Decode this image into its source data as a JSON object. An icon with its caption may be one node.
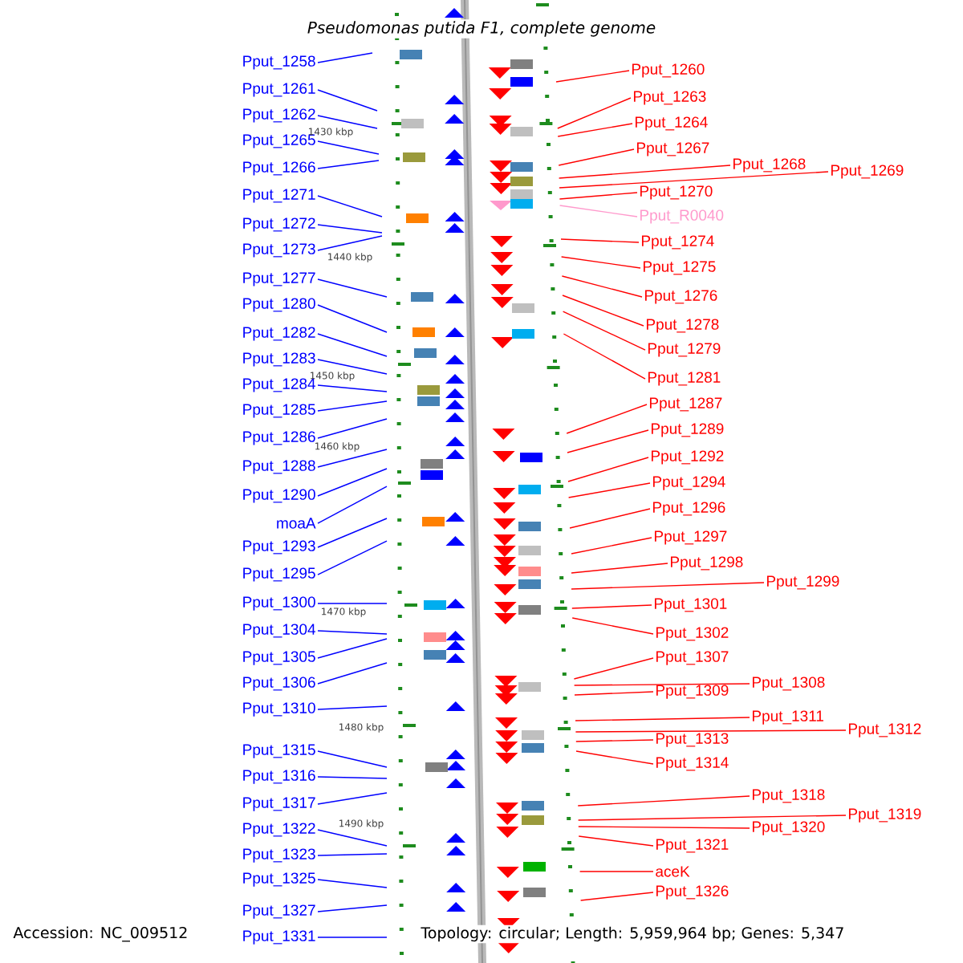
{
  "diagram": {
    "title": "Pseudomonas putida F1, complete genome",
    "nodes": [
      {
        "text": [
          "Pput_1258"
        ]
      },
      {
        "text": [
          "Pput_1261"
        ]
      },
      {
        "text": [
          "Pput_1262"
        ]
      },
      {
        "text": [
          "Pput_1265"
        ]
      },
      {
        "text": [
          "Pput_1266"
        ]
      },
      {
        "text": [
          "Pput_1271"
        ]
      },
      {
        "text": [
          "Pput_1272"
        ]
      },
      {
        "text": [
          "Pput_1273"
        ]
      },
      {
        "text": [
          "Pput_1277"
        ]
      },
      {
        "text": [
          "Pput_1280"
        ]
      },
      {
        "text": [
          "Pput_1282"
        ]
      },
      {
        "text": [
          "Pput_1283"
        ]
      },
      {
        "text": [
          "Pput_1284"
        ]
      },
      {
        "text": [
          "Pput_1285"
        ]
      },
      {
        "text": [
          "Pput_1286"
        ]
      },
      {
        "text": [
          "Pput_1288"
        ]
      },
      {
        "text": [
          "Pput_1290"
        ]
      },
      {
        "text": [
          "moaA"
        ]
      },
      {
        "text": [
          "Pput_1293"
        ]
      },
      {
        "text": [
          "Pput_1295"
        ]
      },
      {
        "text": [
          "Pput_1300"
        ]
      },
      {
        "text": [
          "Pput_1304"
        ]
      },
      {
        "text": [
          "Pput_1305"
        ]
      },
      {
        "text": [
          "Pput_1306"
        ]
      },
      {
        "text": [
          "Pput_1310"
        ]
      },
      {
        "text": [
          "Pput_1315"
        ]
      },
      {
        "text": [
          "Pput_1316"
        ]
      },
      {
        "text": [
          "Pput_1317"
        ]
      },
      {
        "text": [
          "Pput_1322"
        ]
      },
      {
        "text": [
          "Pput_1323"
        ]
      },
      {
        "text": [
          "Pput_1325"
        ]
      },
      {
        "text": [
          "Pput_1327"
        ]
      },
      {
        "text": [
          "Pput_1331"
        ]
      },
      {
        "text": [
          "Pput_1260"
        ]
      },
      {
        "text": [
          "Pput_1263"
        ]
      },
      {
        "text": [
          "Pput_1264"
        ]
      },
      {
        "text": [
          "Pput_1267"
        ]
      },
      {
        "text": [
          "Pput_1268"
        ]
      },
      {
        "text": [
          "Pput_1269"
        ]
      },
      {
        "text": [
          "Pput_1270"
        ]
      },
      {
        "text": [
          "Pput_R0040"
        ]
      },
      {
        "text": [
          "Pput_1274"
        ]
      },
      {
        "text": [
          "Pput_1275"
        ]
      },
      {
        "text": [
          "Pput_1276"
        ]
      },
      {
        "text": [
          "Pput_1278"
        ]
      },
      {
        "text": [
          "Pput_1279"
        ]
      },
      {
        "text": [
          "Pput_1281"
        ]
      },
      {
        "text": [
          "Pput_1287"
        ]
      },
      {
        "text": [
          "Pput_1289"
        ]
      },
      {
        "text": [
          "Pput_1292"
        ]
      },
      {
        "text": [
          "Pput_1294"
        ]
      },
      {
        "text": [
          "Pput_1296"
        ]
      },
      {
        "text": [
          "Pput_1297"
        ]
      },
      {
        "text": [
          "Pput_1298"
        ]
      },
      {
        "text": [
          "Pput_1299"
        ]
      },
      {
        "text": [
          "Pput_1301"
        ]
      },
      {
        "text": [
          "Pput_1302"
        ]
      },
      {
        "text": [
          "Pput_1307"
        ]
      },
      {
        "text": [
          "Pput_1308"
        ]
      },
      {
        "text": [
          "Pput_1309"
        ]
      },
      {
        "text": [
          "Pput_1311"
        ]
      },
      {
        "text": [
          "Pput_1312"
        ]
      },
      {
        "text": [
          "Pput_1313"
        ]
      },
      {
        "text": [
          "Pput_1314"
        ]
      },
      {
        "text": [
          "Pput_1318"
        ]
      },
      {
        "text": [
          "Pput_1319"
        ]
      },
      {
        "text": [
          "Pput_1320"
        ]
      },
      {
        "text": [
          "Pput_1321"
        ]
      },
      {
        "text": [
          "aceK"
        ]
      },
      {
        "text": [
          "Pput_1326"
        ]
      }
    ],
    "edges": [
      {
        "from": 0,
        "to": null,
        "arrow": "none",
        "color": "#0000ff"
      },
      {
        "from": 1,
        "to": null,
        "arrow": "none",
        "color": "#0000ff"
      },
      {
        "from": 2,
        "to": null,
        "arrow": "none",
        "color": "#0000ff"
      },
      {
        "from": 3,
        "to": null,
        "arrow": "none",
        "color": "#0000ff"
      },
      {
        "from": 4,
        "to": null,
        "arrow": "none",
        "color": "#0000ff"
      },
      {
        "from": 5,
        "to": null,
        "arrow": "none",
        "color": "#0000ff"
      },
      {
        "from": 6,
        "to": null,
        "arrow": "none",
        "color": "#0000ff"
      },
      {
        "from": 7,
        "to": null,
        "arrow": "none",
        "color": "#0000ff"
      },
      {
        "from": 8,
        "to": null,
        "arrow": "none",
        "color": "#0000ff"
      },
      {
        "from": 9,
        "to": null,
        "arrow": "none",
        "color": "#0000ff"
      },
      {
        "from": 10,
        "to": null,
        "arrow": "none",
        "color": "#0000ff"
      },
      {
        "from": 11,
        "to": null,
        "arrow": "none",
        "color": "#0000ff"
      },
      {
        "from": 12,
        "to": null,
        "arrow": "none",
        "color": "#0000ff"
      },
      {
        "from": 13,
        "to": null,
        "arrow": "none",
        "color": "#0000ff"
      },
      {
        "from": 14,
        "to": null,
        "arrow": "none",
        "color": "#0000ff"
      },
      {
        "from": 15,
        "to": null,
        "arrow": "none",
        "color": "#0000ff"
      },
      {
        "from": 16,
        "to": null,
        "arrow": "none",
        "color": "#0000ff"
      },
      {
        "from": 17,
        "to": null,
        "arrow": "none",
        "color": "#0000ff"
      },
      {
        "from": 18,
        "to": null,
        "arrow": "none",
        "color": "#0000ff"
      },
      {
        "from": 19,
        "to": null,
        "arrow": "none",
        "color": "#0000ff"
      },
      {
        "from": 20,
        "to": null,
        "arrow": "none",
        "color": "#0000ff"
      },
      {
        "from": 21,
        "to": null,
        "arrow": "none",
        "color": "#0000ff"
      },
      {
        "from": 22,
        "to": null,
        "arrow": "none",
        "color": "#0000ff"
      },
      {
        "from": 23,
        "to": null,
        "arrow": "none",
        "color": "#0000ff"
      },
      {
        "from": 24,
        "to": null,
        "arrow": "none",
        "color": "#0000ff"
      },
      {
        "from": 25,
        "to": null,
        "arrow": "none",
        "color": "#0000ff"
      },
      {
        "from": 26,
        "to": null,
        "arrow": "none",
        "color": "#0000ff"
      },
      {
        "from": 27,
        "to": null,
        "arrow": "none",
        "color": "#0000ff"
      },
      {
        "from": 28,
        "to": null,
        "arrow": "none",
        "color": "#0000ff"
      },
      {
        "from": 29,
        "to": null,
        "arrow": "none",
        "color": "#0000ff"
      },
      {
        "from": 30,
        "to": null,
        "arrow": "none",
        "color": "#0000ff"
      },
      {
        "from": 31,
        "to": null,
        "arrow": "none",
        "color": "#0000ff"
      },
      {
        "from": 32,
        "to": null,
        "arrow": "none",
        "color": "#0000ff"
      },
      {
        "from": 33,
        "to": null,
        "arrow": "none"
      },
      {
        "from": 34,
        "to": null,
        "arrow": "none"
      },
      {
        "from": 35,
        "to": null,
        "arrow": "none"
      },
      {
        "from": 36,
        "to": null,
        "arrow": "none"
      },
      {
        "from": 37,
        "to": null,
        "arrow": "none"
      },
      {
        "from": 38,
        "to": null,
        "arrow": "none"
      },
      {
        "from": 39,
        "to": null,
        "arrow": "none"
      },
      {
        "from": 40,
        "to": null,
        "arrow": "none",
        "color": "#ff99cc"
      },
      {
        "from": 41,
        "to": null,
        "arrow": "none"
      },
      {
        "from": 42,
        "to": null,
        "arrow": "none"
      },
      {
        "from": 43,
        "to": null,
        "arrow": "none"
      },
      {
        "from": 44,
        "to": null,
        "arrow": "none"
      },
      {
        "from": 45,
        "to": null,
        "arrow": "none"
      },
      {
        "from": 46,
        "to": null,
        "arrow": "none"
      },
      {
        "from": 47,
        "to": null,
        "arrow": "none"
      },
      {
        "from": 48,
        "to": null,
        "arrow": "none"
      },
      {
        "from": 49,
        "to": null,
        "arrow": "none"
      },
      {
        "from": 50,
        "to": null,
        "arrow": "none"
      },
      {
        "from": 51,
        "to": null,
        "arrow": "none"
      },
      {
        "from": 52,
        "to": null,
        "arrow": "none"
      },
      {
        "from": 53,
        "to": null,
        "arrow": "none"
      },
      {
        "from": 54,
        "to": null,
        "arrow": "none"
      },
      {
        "from": 55,
        "to": null,
        "arrow": "none"
      },
      {
        "from": 56,
        "to": null,
        "arrow": "none"
      },
      {
        "from": 57,
        "to": null,
        "arrow": "none"
      },
      {
        "from": 58,
        "to": null,
        "arrow": "none"
      },
      {
        "from": 59,
        "to": null,
        "arrow": "none"
      },
      {
        "from": 60,
        "to": null,
        "arrow": "none"
      },
      {
        "from": 61,
        "to": null,
        "arrow": "none"
      },
      {
        "from": 62,
        "to": null,
        "arrow": "none"
      },
      {
        "from": 63,
        "to": null,
        "arrow": "none"
      },
      {
        "from": 64,
        "to": null,
        "arrow": "none"
      },
      {
        "from": 65,
        "to": null,
        "arrow": "none"
      },
      {
        "from": 66,
        "to": null,
        "arrow": "none"
      },
      {
        "from": 67,
        "to": null,
        "arrow": "none"
      },
      {
        "from": 68,
        "to": null,
        "arrow": "none"
      },
      {
        "from": 69,
        "to": null,
        "arrow": "none"
      }
    ],
    "labels": [
      "1430 kbp",
      "1440 kbp",
      "1450 kbp",
      "1460 kbp",
      "1470 kbp",
      "1480 kbp",
      "1490 kbp",
      "Accession: NC_009512",
      "Topology: circular; Length: 5,959,964 bp; Genes: 5,347"
    ]
  }
}
